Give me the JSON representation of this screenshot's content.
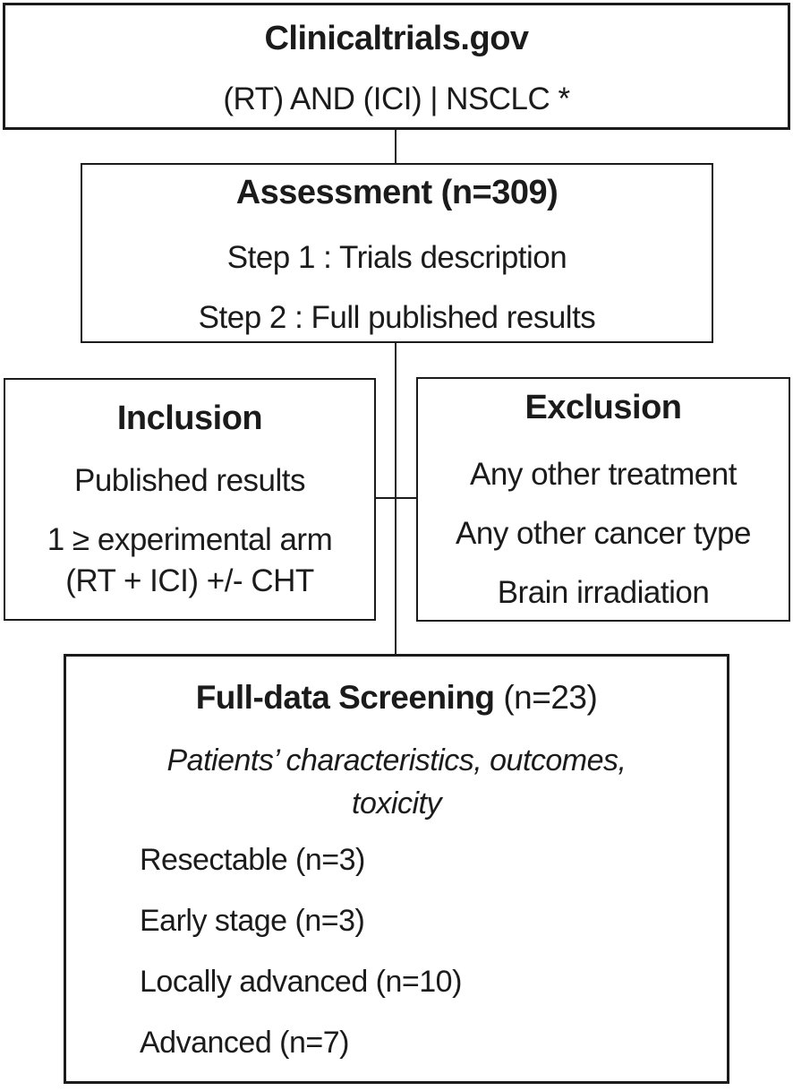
{
  "colors": {
    "ink": "#1b1b1b",
    "background": "#ffffff"
  },
  "source_box": {
    "title": "Clinicaltrials.gov",
    "query": "(RT) AND (ICI) | NSCLC *"
  },
  "assessment_box": {
    "title": "Assessment (n=309)",
    "steps": [
      "Step 1 : Trials description",
      "Step 2 : Full published results"
    ]
  },
  "inclusion_box": {
    "title": "Inclusion",
    "criterion_1": "Published results",
    "criterion_2_line1": "1 ≥ experimental arm",
    "criterion_2_line2": "(RT + ICI) +/- CHT"
  },
  "exclusion_box": {
    "title": "Exclusion",
    "criteria": [
      "Any other treatment",
      "Any other cancer type",
      "Brain irradiation"
    ]
  },
  "screening_box": {
    "title_bold": "Full-data Screening",
    "title_count": "(n=23)",
    "focus_line1": "Patients’ characteristics, outcomes,",
    "focus_line2": "toxicity",
    "stages": [
      "Resectable (n=3)",
      "Early stage (n=3)",
      "Locally advanced (n=10)",
      "Advanced (n=7)"
    ]
  }
}
